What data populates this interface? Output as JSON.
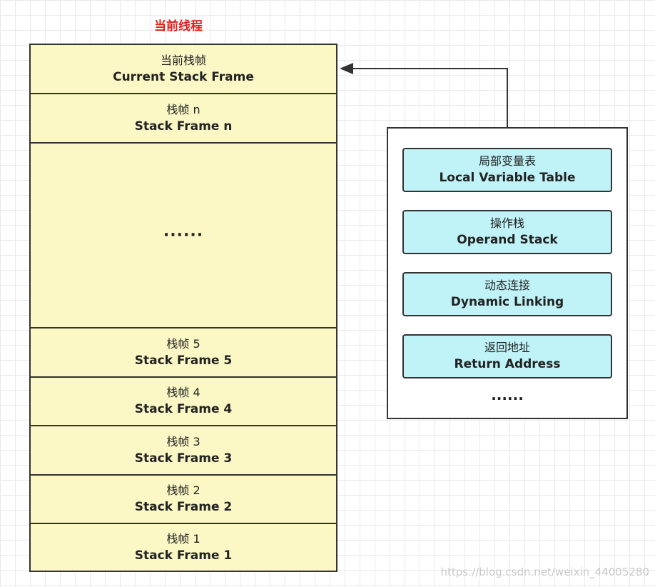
{
  "thread": {
    "title": "当前线程"
  },
  "frames": [
    {
      "cn": "当前栈帧",
      "en": "Current Stack Frame"
    },
    {
      "cn": "栈帧 n",
      "en": "Stack Frame n"
    },
    {
      "ellipsis": "······"
    },
    {
      "cn": "栈帧 5",
      "en": "Stack Frame 5"
    },
    {
      "cn": "栈帧 4",
      "en": "Stack Frame 4"
    },
    {
      "cn": "栈帧 3",
      "en": "Stack Frame 3"
    },
    {
      "cn": "栈帧 2",
      "en": "Stack Frame 2"
    },
    {
      "cn": "栈帧 1",
      "en": "Stack Frame 1"
    }
  ],
  "frame_details": {
    "items": [
      {
        "cn": "局部变量表",
        "en": "Local Variable Table"
      },
      {
        "cn": "操作栈",
        "en": "Operand Stack"
      },
      {
        "cn": "动态连接",
        "en": "Dynamic Linking"
      },
      {
        "cn": "返回地址",
        "en": "Return Address"
      }
    ],
    "ellipsis": "······"
  },
  "watermark": "https://blog.csdn.net/weixin_44005280",
  "colors": {
    "thread_title": "#e0201c",
    "frame_fill": "#fbf8c6",
    "detail_fill": "#bff3f7",
    "outline": "#333333"
  }
}
